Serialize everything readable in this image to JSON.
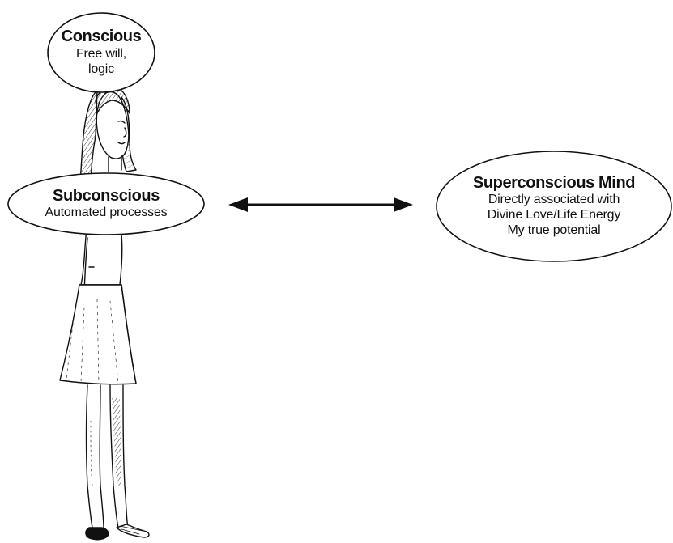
{
  "diagram": {
    "conscious": {
      "title": "Conscious",
      "lines": [
        "Free will,",
        "logic"
      ]
    },
    "subconscious": {
      "title": "Subconscious",
      "lines": [
        "Automated processes"
      ]
    },
    "superconscious": {
      "title": "Superconscious Mind",
      "lines": [
        "Directly associated with",
        "Divine Love/Life Energy",
        "My true potential"
      ]
    },
    "connector": {
      "direction": "bidirectional"
    },
    "colors": {
      "ink": "#111111",
      "background": "#ffffff"
    }
  }
}
